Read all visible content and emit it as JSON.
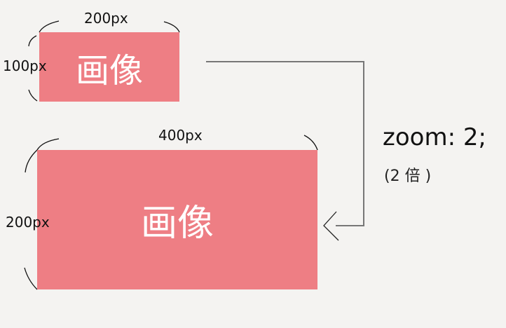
{
  "small_image": {
    "text": "画像",
    "width_label": "200px",
    "height_label": "100px",
    "color": "#ee7e84"
  },
  "large_image": {
    "text": "画像",
    "width_label": "400px",
    "height_label": "200px",
    "color": "#ee7e84"
  },
  "transform": {
    "css": "zoom: 2;",
    "note": "(2 倍 )"
  },
  "icons": {
    "arrow": "arrow-left-icon"
  }
}
